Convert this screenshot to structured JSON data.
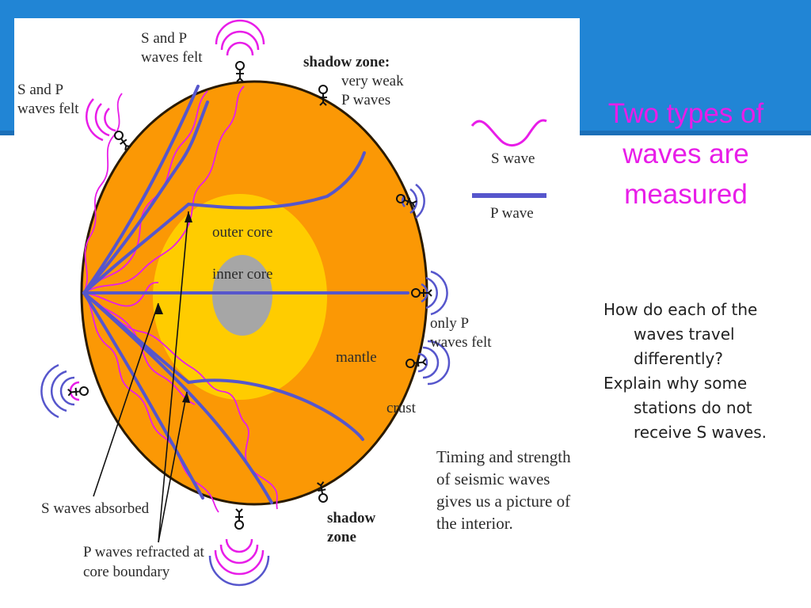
{
  "slide": {
    "title": "Two types of waves are measured",
    "questions": [
      "How do each of the waves travel differently?",
      "Explain why some stations do not receive S waves."
    ]
  },
  "diagram": {
    "labels": {
      "sp_felt_top": [
        "S and P",
        "waves felt"
      ],
      "sp_felt_left": [
        "S and P",
        "waves felt"
      ],
      "shadow_zone_title": "shadow zone:",
      "shadow_zone_desc": [
        "very weak",
        "P waves"
      ],
      "outer_core": "outer core",
      "inner_core": "inner core",
      "mantle": "mantle",
      "crust": "crust",
      "only_p_felt": [
        "only P",
        "waves felt"
      ],
      "s_absorbed": "S waves absorbed",
      "p_refracted": [
        "P waves refracted at",
        "core boundary"
      ],
      "shadow_zone_bottom": [
        "shadow",
        "zone"
      ],
      "caption": [
        "Timing and strength",
        "of seismic waves",
        "gives us a picture of",
        "the interior."
      ]
    },
    "legend": {
      "s_wave": "S wave",
      "p_wave": "P wave"
    },
    "colors": {
      "crust_mantle": "#fb9805",
      "outer_core": "#ffcc00",
      "inner_core": "#a6a6a6",
      "p_wave": "#5656cc",
      "s_wave": "#e81de8",
      "title": "#e81de8",
      "header": "#2185d5"
    }
  }
}
